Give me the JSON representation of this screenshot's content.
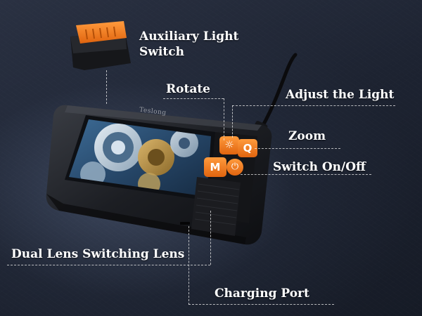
{
  "labels": {
    "auxiliary_light_switch": "Auxiliary Light\nSwitch",
    "rotate": "Rotate",
    "adjust_the_light": "Adjust the Light",
    "zoom": "Zoom",
    "switch_on_off": "Switch On/Off",
    "dual_lens_switching_lens": "Dual Lens Switching Lens",
    "charging_port": "Charging Port"
  },
  "brand": "Teslong",
  "buttons": {
    "light": "☼",
    "zoom": "Q",
    "mode": "M",
    "power": "⏻"
  },
  "colors": {
    "accent": "#f07a1a",
    "device_body": "#1a1c20",
    "label_text": "#ffffff"
  },
  "icons": [
    "sun-icon",
    "magnify-icon",
    "mode-icon",
    "power-icon",
    "gear-icon"
  ]
}
